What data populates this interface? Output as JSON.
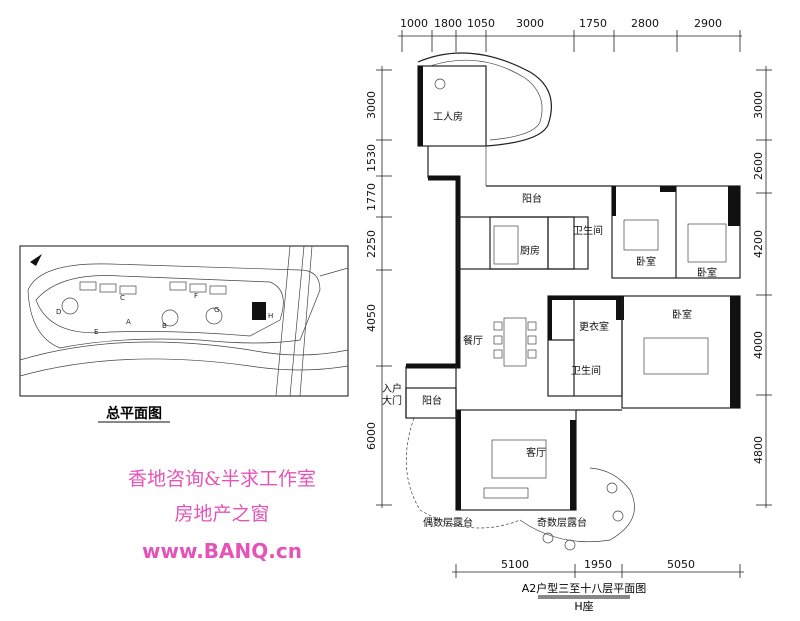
{
  "dimensions": {
    "top": [
      "1000",
      "1800",
      "1050",
      "3000",
      "1750",
      "2800",
      "2900"
    ],
    "left": [
      "3000",
      "1530",
      "1770",
      "2250",
      "4050",
      "6000"
    ],
    "right": [
      "3000",
      "2600",
      "4200",
      "4000",
      "4800"
    ],
    "bottom": [
      "5100",
      "1950",
      "5050"
    ]
  },
  "rooms": {
    "servant_room": "工人房",
    "balcony_top": "阳台",
    "bathroom_1": "卫生间",
    "kitchen": "厨房",
    "bedroom_1": "卧室",
    "bedroom_2": "卧室",
    "bedroom_master": "卧室",
    "dressing_room": "更衣室",
    "dining": "餐厅",
    "bathroom_2": "卫生间",
    "entrance": "入户\n大门",
    "balcony_front": "阳台",
    "living": "客厅",
    "terrace_even": "偶数层露台",
    "terrace_odd": "奇数层露台"
  },
  "site_plan": {
    "caption": "总平面图",
    "block_labels": [
      "A",
      "B",
      "C",
      "D",
      "E",
      "F",
      "G",
      "H"
    ]
  },
  "plan_title": "A2户型三至十八层平面图",
  "plan_subtitle": "H座",
  "watermark": {
    "line1": "香地咨询&半求工作室",
    "line2": "房地产之窗",
    "line3": "www.BANQ.cn",
    "color": "#e454b8"
  }
}
